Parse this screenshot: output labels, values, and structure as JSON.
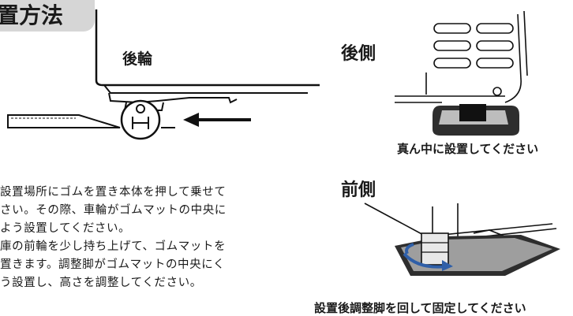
{
  "section_title": "置方法",
  "labels": {
    "rear_wheel": "後輪",
    "rear_side": "後側",
    "front_side": "前側"
  },
  "captions": {
    "center": "真ん中に設置してください",
    "fix": "設置後調整脚を回して固定してください"
  },
  "instructions": [
    "設置場所にゴムを置き本体を押して乗せて",
    "さい。その際、車輪がゴムマットの中央に",
    "よう設置してください。",
    "庫の前輪を少し持ち上げて、ゴムマットを",
    "置きます。調整脚がゴムマットの中央にく",
    "う設置し、高さを調整してください。"
  ],
  "colors": {
    "title_bg": "#d6d6d6",
    "mat_dark": "#2e2e2e",
    "mat_gray": "#bdbdbd",
    "arrow_blue": "#2f5fa8"
  }
}
